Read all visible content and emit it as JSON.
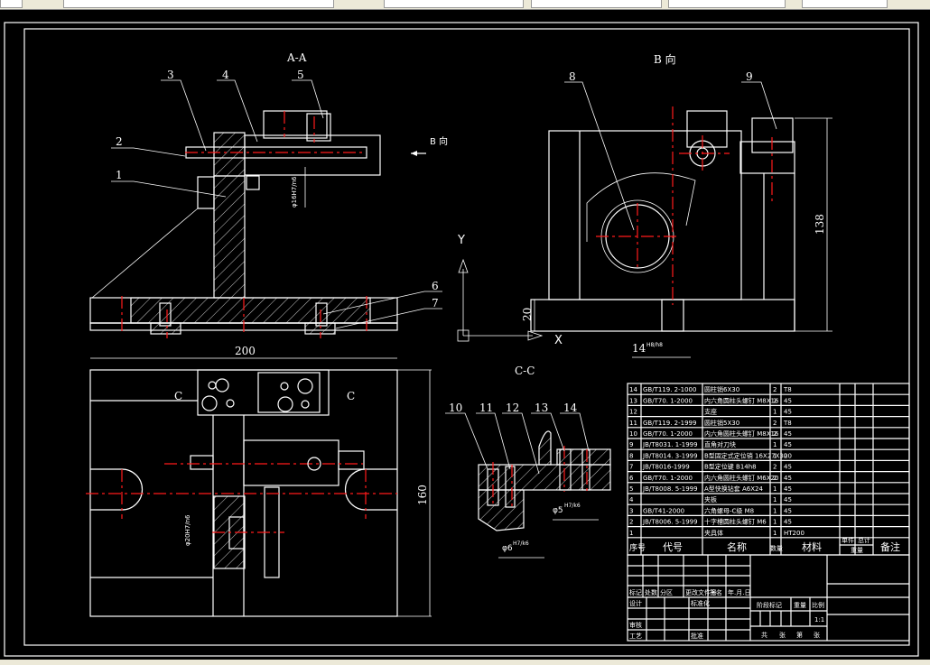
{
  "app": {
    "toolbar_fields": [
      "",
      "",
      "",
      "",
      ""
    ],
    "colors": {
      "background": "#000000",
      "lines": "#ffffff",
      "centerlines": "#ff1a1a",
      "toolbar": "#ece9d8"
    }
  },
  "views": {
    "section_aa": {
      "title": "A-A",
      "direction_label": "B 向"
    },
    "view_b": {
      "title": "B 向"
    },
    "section_cc": {
      "title": "C-C",
      "cut_label_left": "C",
      "cut_label_right": "C"
    }
  },
  "balloons": [
    "1",
    "2",
    "3",
    "4",
    "5",
    "6",
    "7",
    "8",
    "9",
    "10",
    "11",
    "12",
    "13",
    "14"
  ],
  "dimensions": {
    "width_200": "200",
    "height_160": "160",
    "height_138": "138",
    "height_20": "20",
    "slot_14": "14",
    "slot_14_tol": "H8/h8",
    "dia_16": "φ16H7/n6",
    "dia_20": "φ20H7/n6",
    "dia_5": "φ5",
    "dia_5_tol": "H7/k6",
    "dia_6": "φ6",
    "dia_6_tol": "H7/k6"
  },
  "ucs": {
    "x_label": "X",
    "y_label": "Y"
  },
  "bom": {
    "headers": {
      "seq": "序号",
      "code": "代号",
      "name": "名称",
      "qty": "数量",
      "material": "材料",
      "unit_weight": "单件",
      "total_weight": "总计",
      "weight": "重量",
      "remark": "备注"
    },
    "rows": [
      {
        "seq": "14",
        "code": "GB/T119. 2-1000",
        "name": "圆柱销6X30",
        "qty": "2",
        "material": "T8"
      },
      {
        "seq": "13",
        "code": "GB/T70. 1-2000",
        "name": "内六角圆柱头螺钉 M8X16",
        "qty": "2",
        "material": "45"
      },
      {
        "seq": "12",
        "code": "",
        "name": "支座",
        "qty": "1",
        "material": "45"
      },
      {
        "seq": "11",
        "code": "GB/T119. 2-1999",
        "name": "圆柱销5X30",
        "qty": "2",
        "material": "T8"
      },
      {
        "seq": "10",
        "code": "GB/T70. 1-2000",
        "name": "内六角圆柱头螺钉 M8X16",
        "qty": "2",
        "material": "45"
      },
      {
        "seq": "9",
        "code": "JB/T8031. 1-1999",
        "name": "直角对刀块",
        "qty": "1",
        "material": "45"
      },
      {
        "seq": "8",
        "code": "JB/T8014. 3-1999",
        "name": "B型固定式定位销 16X27X30",
        "qty": "1",
        "material": "20"
      },
      {
        "seq": "7",
        "code": "JB/T8016-1999",
        "name": "B型定位键 B14h8",
        "qty": "2",
        "material": "45"
      },
      {
        "seq": "6",
        "code": "GB/T70. 1-2000",
        "name": "内六角圆柱头螺钉 M6X20",
        "qty": "2",
        "material": "45"
      },
      {
        "seq": "5",
        "code": "JB/T8008. 5-1999",
        "name": "A型快换钻套 A6X24",
        "qty": "1",
        "material": "45"
      },
      {
        "seq": "4",
        "code": "",
        "name": "夹板",
        "qty": "1",
        "material": "45"
      },
      {
        "seq": "3",
        "code": "GB/T41-2000",
        "name": "六角螺母-C级 M8",
        "qty": "1",
        "material": "45"
      },
      {
        "seq": "2",
        "code": "JB/T8006. 5-1999",
        "name": "十字槽圆柱头螺钉 M6",
        "qty": "1",
        "material": "45"
      },
      {
        "seq": "1",
        "code": "",
        "name": "夹具体",
        "qty": "1",
        "material": "HT200"
      }
    ]
  },
  "title_block": {
    "change_row": [
      "标记",
      "处数",
      "分区",
      "更改文件号",
      "签名",
      "年.月.日"
    ],
    "design": "设计",
    "standardization": "标准化",
    "review": "审核",
    "process": "工艺",
    "approve": "批准",
    "stage_mark": "阶段标记",
    "weight": "重量",
    "scale": "比例",
    "scale_value": "1:1",
    "sheets": [
      "共",
      "张",
      "第",
      "张"
    ]
  }
}
